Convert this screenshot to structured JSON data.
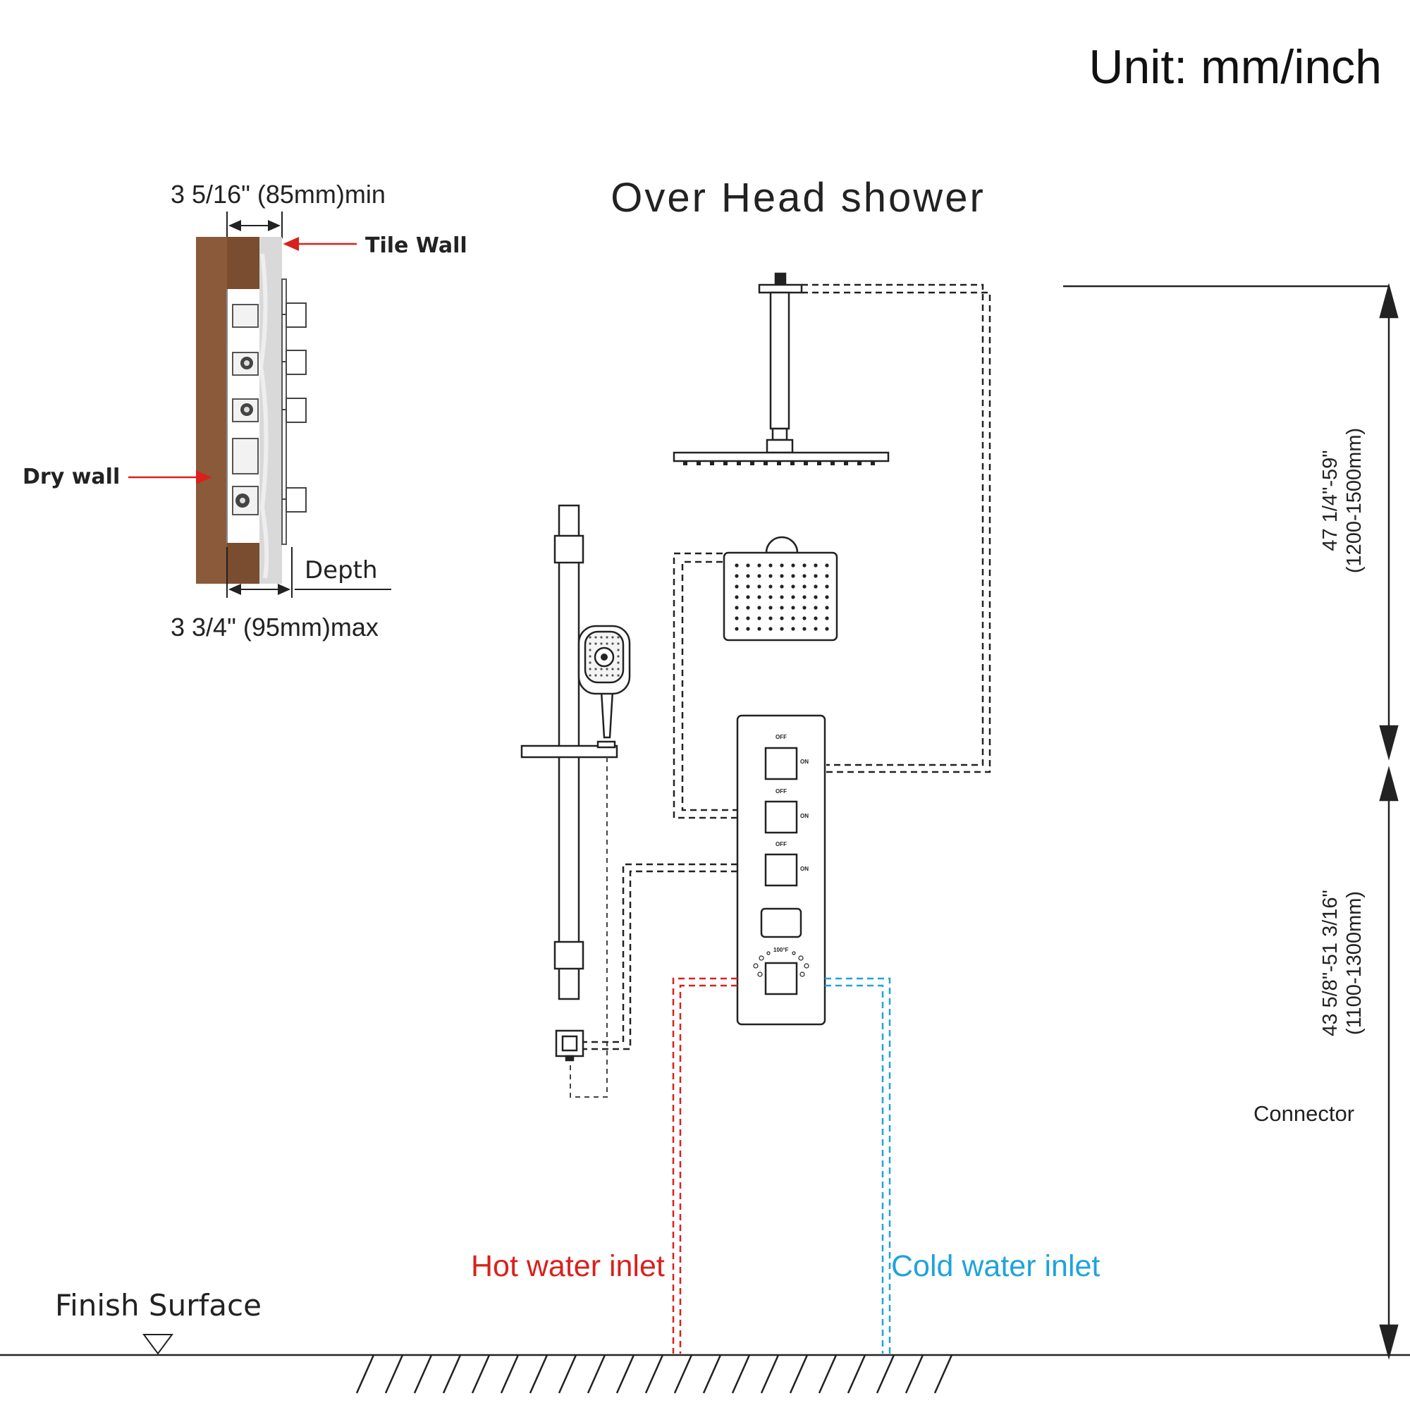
{
  "unit_label": "Unit: mm/inch",
  "title": "Over Head shower",
  "detail": {
    "min_dim": "3 5/16\" (85mm)min",
    "max_dim": "3 3/4\" (95mm)max",
    "tile_wall": "Tile Wall",
    "dry_wall": "Dry wall",
    "depth": "Depth"
  },
  "valve": {
    "off_label": "OFF",
    "on_label": "ON",
    "temp_label": "100°F"
  },
  "dimensions": {
    "upper_in": "47 1/4\"-59\"",
    "upper_mm": "(1200-1500mm)",
    "lower_in": "43 5/8\"-51  3/16\"",
    "lower_mm": "(1100-1300mm)"
  },
  "labels": {
    "connector": "Connector",
    "hot_inlet": "Hot water inlet",
    "cold_inlet": "Cold water inlet",
    "finish_surface": "Finish Surface"
  },
  "colors": {
    "hot": "#d9211c",
    "cold": "#1fa3dc",
    "wood": "#8a5a3a",
    "tile": "#d7d7d7",
    "line": "#222222"
  }
}
